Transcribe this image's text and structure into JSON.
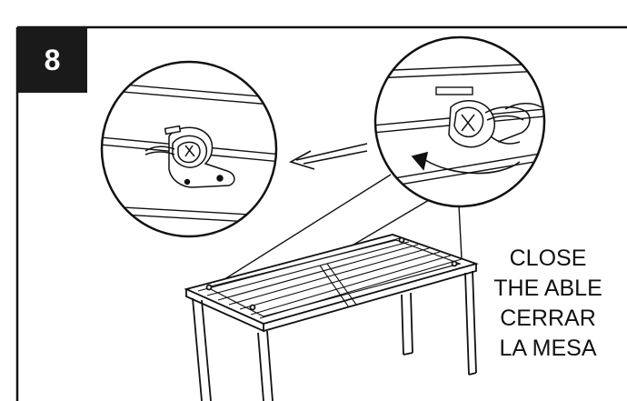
{
  "step": {
    "number": "8"
  },
  "caption": {
    "lines": [
      "CLOSE",
      "THE ABLE",
      "CERRAR",
      "LA MESA"
    ]
  },
  "colors": {
    "ink": "#111111",
    "badge_bg": "#1a1a1a",
    "badge_text": "#ffffff",
    "paper": "#ffffff"
  },
  "icons": {
    "motion_arrow": "arrow-left-icon",
    "rotate_arrow": "curved-arrow-icon"
  }
}
